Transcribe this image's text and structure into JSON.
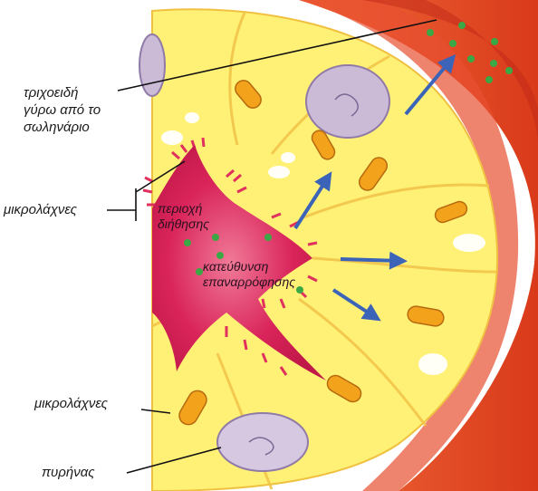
{
  "labels": {
    "capillaries": [
      "τριχοειδή",
      "γύρω από το",
      "σωληνάριο"
    ],
    "microvilli_top": "μικρολάχνες",
    "diffusion_area": [
      "περιοχή",
      "διήθησης"
    ],
    "reabsorption_direction": [
      "κατεύθυνση",
      "επαναρρόφησης"
    ],
    "microvilli_bottom": "μικρολάχνες",
    "nucleus": "πυρήνας"
  },
  "colors": {
    "capillary_wall": "#e8401c",
    "capillary_dark": "#c8281a",
    "cell_cytoplasm": "#fff176",
    "cell_membrane": "#f4c842",
    "lumen": "#d9245a",
    "lumen_light": "#ee6a8c",
    "nucleus": "#cbbbd6",
    "mitochondrion": "#f3a21c",
    "molecule": "#3aa845",
    "arrow": "#3b63b8",
    "leader_line": "#111111"
  }
}
